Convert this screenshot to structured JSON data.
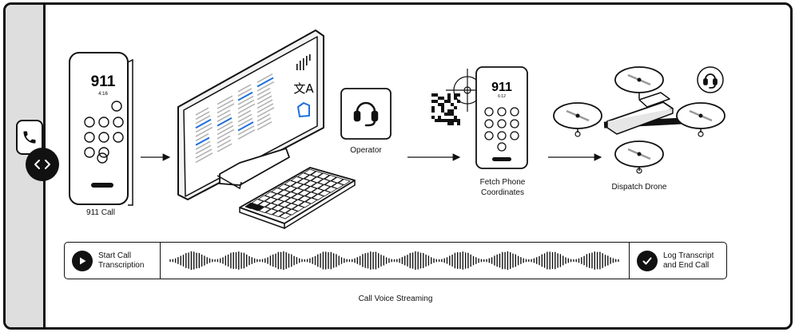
{
  "steps": {
    "call_label": "911 Call",
    "operator_label": "Operator",
    "fetch_label": "Fetch Phone Coordinates",
    "drone_label": "Dispatch Drone"
  },
  "phone_left": {
    "number": "911",
    "time": "4:16"
  },
  "phone_right": {
    "number": "911",
    "time": "6:12"
  },
  "stream": {
    "start_label": "Start Call Transcription",
    "end_label": "Log Transcript and End Call",
    "caption": "Call Voice Streaming"
  },
  "icons": {
    "rail_button": "phone-icon",
    "rail_code": "code-icon",
    "operator": "headset-icon",
    "drone_support": "headset-icon",
    "start": "play-icon",
    "end": "check-icon"
  }
}
